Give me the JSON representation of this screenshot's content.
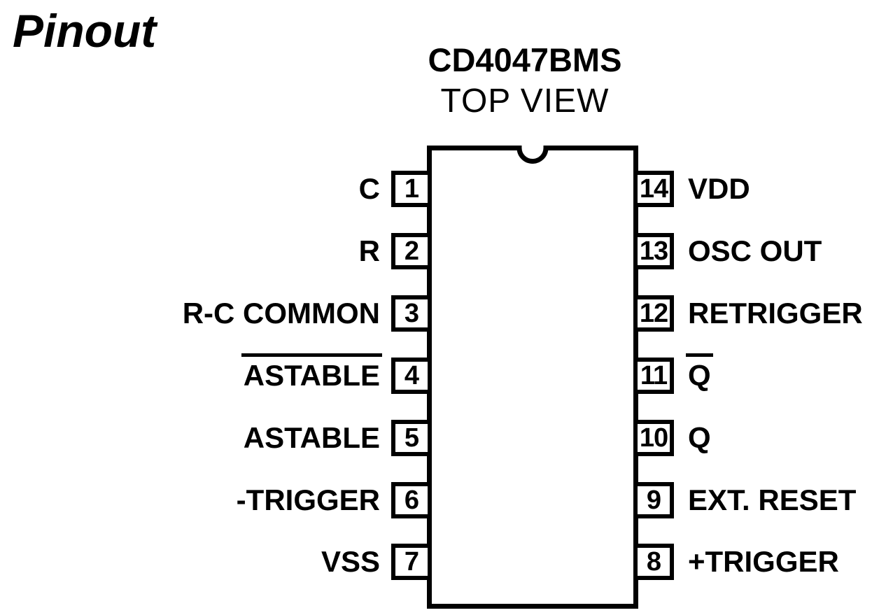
{
  "page": {
    "title": "Pinout"
  },
  "chip": {
    "name": "CD4047BMS",
    "view": "TOP VIEW",
    "left_pins": [
      {
        "number": "1",
        "label": "C",
        "overline": false
      },
      {
        "number": "2",
        "label": "R",
        "overline": false
      },
      {
        "number": "3",
        "label": "R-C COMMON",
        "overline": false
      },
      {
        "number": "4",
        "label": "ASTABLE",
        "overline": true
      },
      {
        "number": "5",
        "label": "ASTABLE",
        "overline": false
      },
      {
        "number": "6",
        "label": "-TRIGGER",
        "overline": false
      },
      {
        "number": "7",
        "label": "VSS",
        "overline": false
      }
    ],
    "right_pins": [
      {
        "number": "14",
        "label": "VDD",
        "overline": false
      },
      {
        "number": "13",
        "label": "OSC OUT",
        "overline": false
      },
      {
        "number": "12",
        "label": "RETRIGGER",
        "overline": false
      },
      {
        "number": "11",
        "label": "Q",
        "overline": true
      },
      {
        "number": "10",
        "label": "Q",
        "overline": false
      },
      {
        "number": "9",
        "label": "EXT. RESET",
        "overline": false
      },
      {
        "number": "8",
        "label": "+TRIGGER",
        "overline": false
      }
    ]
  },
  "colors": {
    "ink": "#000000",
    "background": "#ffffff"
  }
}
